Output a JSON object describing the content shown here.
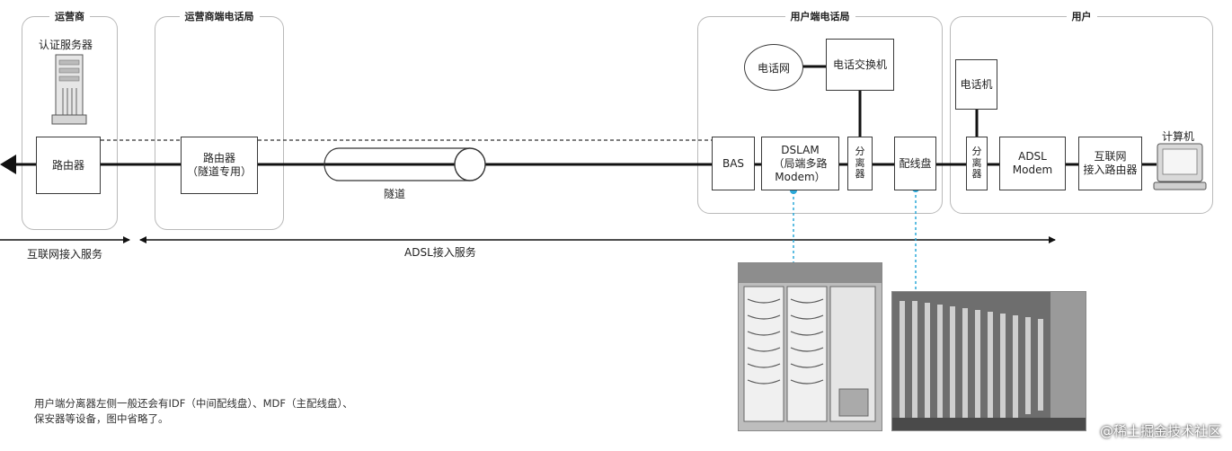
{
  "regions": {
    "carrier": "运营商",
    "carrier_office": "运营商端电话局",
    "user_office": "用户端电话局",
    "user": "用户"
  },
  "nodes": {
    "auth_server": "认证服务器",
    "router_carrier": "路由器",
    "router_tunnel": "路由器\n（隧道专用）",
    "tunnel": "隧道",
    "phone_network": "电话网",
    "phone_switch": "电话交换机",
    "bas": "BAS",
    "dslam": "DSLAM\n（局端多路\nModem）",
    "splitter_office": "分\n离\n器",
    "distribution_frame": "配线盘",
    "telephone": "电话机",
    "splitter_user": "分\n离\n器",
    "adsl_modem": "ADSL\nModem",
    "internet_router": "互联网\n接入路由器",
    "computer": "计算机"
  },
  "services": {
    "internet_access": "互联网接入服务",
    "adsl_access": "ADSL接入服务"
  },
  "footnote": "用户端分离器左侧一般还会有IDF（中间配线盘）、MDF（主配线盘）、\n保安器等设备，图中省略了。",
  "watermark": "@稀土掘金技术社区",
  "colors": {
    "line": "#111111",
    "dashed_link": "#2aa8d8",
    "region_border": "#b9b9b9"
  }
}
